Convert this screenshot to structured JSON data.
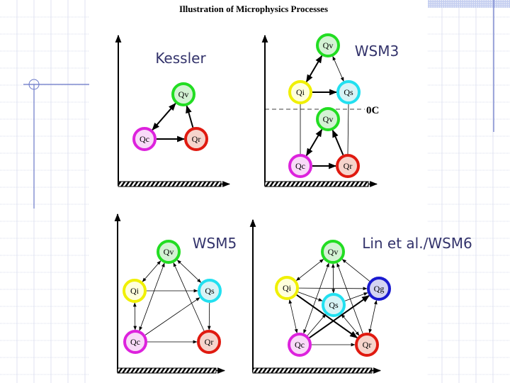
{
  "slide_title": "Illustration of Microphysics Processes",
  "diagrams": [
    {
      "label": "Kessler",
      "nodes": {
        "Qv": "Qv",
        "Qc": "Qc",
        "Qr": "Qr"
      }
    },
    {
      "label": "WSM3",
      "freezing_label": "0C",
      "nodes": {
        "Qv": "Qv",
        "Qi": "Qi",
        "Qs": "Qs",
        "Qv2": "Qv",
        "Qc": "Qc",
        "Qr": "Qr"
      }
    },
    {
      "label": "WSM5",
      "nodes": {
        "Qv": "Qv",
        "Qi": "Qi",
        "Qs": "Qs",
        "Qc": "Qc",
        "Qr": "Qr"
      }
    },
    {
      "label": "Lin et al./WSM6",
      "nodes": {
        "Qv": "Qv",
        "Qi": "Qi",
        "Qg": "Qg",
        "Qs": "Qs",
        "Qc": "Qc",
        "Qr": "Qr"
      }
    }
  ],
  "colors": {
    "Qv": {
      "stroke": "#22dd22",
      "fill": "#d4f2d4"
    },
    "Qc": {
      "stroke": "#dd22dd",
      "fill": "#f8daf8"
    },
    "Qr": {
      "stroke": "#e01a10",
      "fill": "#f6d4cc"
    },
    "Qi": {
      "stroke": "#f0f000",
      "fill": "#ffffdc"
    },
    "Qs": {
      "stroke": "#22e0f0",
      "fill": "#d8f3f6"
    },
    "Qg": {
      "stroke": "#1a1ad0",
      "fill": "#d4d4f2"
    },
    "accent": "#6a78c8",
    "grid": "#d8dcee"
  }
}
